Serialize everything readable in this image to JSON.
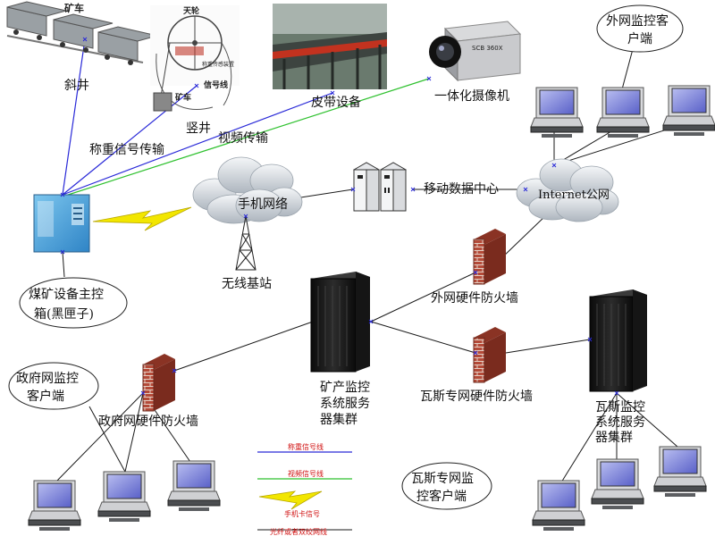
{
  "labels": {
    "mine_car_photo": "矿车",
    "inclined_shaft": "斜井",
    "head_sheave": "天轮",
    "weighing_device": "称重传感装置",
    "signal_line_label": "信号线",
    "shaft_car": "矿车",
    "vertical_shaft": "竖井",
    "belt_equipment": "皮带设备",
    "integrated_camera": "一体化摄像机",
    "camera_text": "SCB 360X",
    "weighing_signal_transmission": "称重信号传输",
    "video_transmission": "视频传输",
    "mobile_network": "手机网络",
    "mobile_data_center": "移动数据中心",
    "internet_public": "Internet公网",
    "external_client": [
      "外网监控客",
      "户端"
    ],
    "wireless_base_station": "无线基站",
    "coal_mine_control_box": [
      "煤矿设备主控",
      "箱(黑匣子)"
    ],
    "external_firewall": "外网硬件防火墙",
    "gas_firewall": "瓦斯专网硬件防火墙",
    "mine_server_cluster": [
      "矿产监控",
      "系统服务",
      "器集群"
    ],
    "gas_server_cluster": [
      "瓦斯监控",
      "系统服务",
      "器集群"
    ],
    "gov_client": [
      "政府网监控",
      "客户端"
    ],
    "gov_firewall": "政府网硬件防火墙",
    "gas_client": [
      "瓦斯专网监",
      "控客户端"
    ]
  },
  "legend": {
    "weighing_signal_line": "称重信号线",
    "video_signal_line": "视频信号线",
    "mobile_card_signal": "手机卡信号",
    "fiber_twisted_line": "光纤或者双绞网线"
  },
  "colors": {
    "signal_line": "#2a2ad8",
    "video_line": "#2fc12f",
    "fiber_line": "#1a1a1a",
    "lightning": "#f2e600",
    "brick": "#b44a38"
  }
}
